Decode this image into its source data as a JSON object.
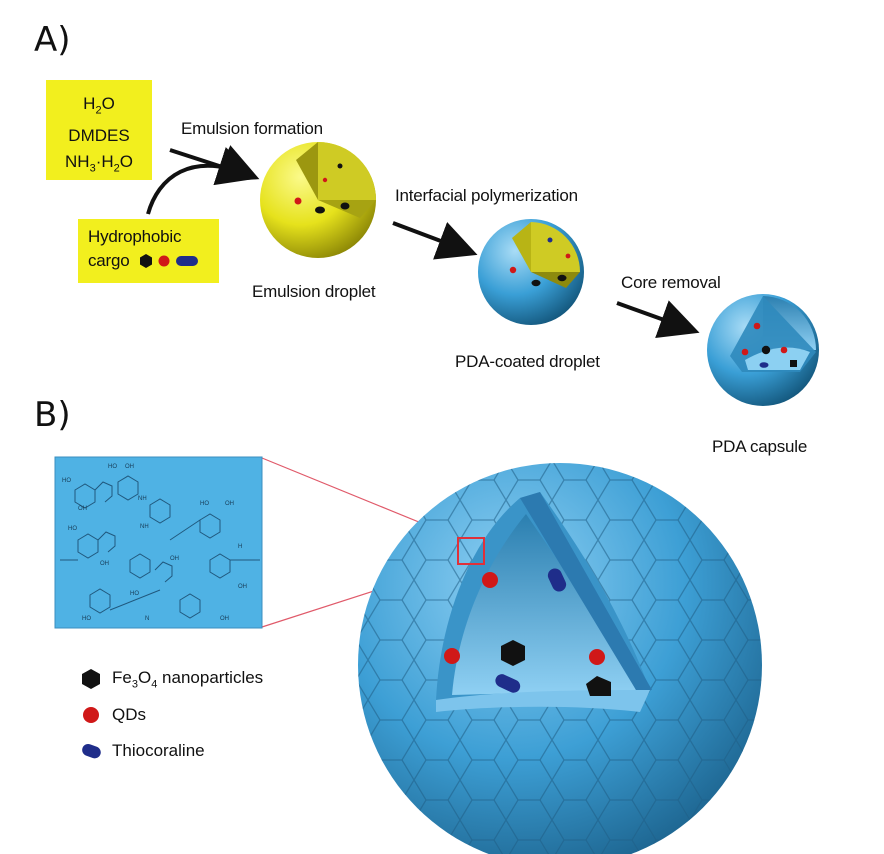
{
  "panel_a": {
    "label": "A)",
    "reagents": [
      "H2O",
      "DMDES",
      "NH3·H2O"
    ],
    "cargo": {
      "line1": "Hydrophobic",
      "line2": "cargo"
    },
    "steps": {
      "emulsion_formation": "Emulsion formation",
      "interfacial_polymerization": "Interfacial polymerization",
      "core_removal": "Core removal"
    },
    "stages": {
      "emulsion_droplet": "Emulsion droplet",
      "pda_coated_droplet": "PDA-coated droplet",
      "pda_capsule": "PDA capsule"
    }
  },
  "panel_b": {
    "label": "B)",
    "legend": [
      {
        "icon": "hexagon-icon",
        "name": "Fe3O4 nanoparticles"
      },
      {
        "icon": "red-sphere-icon",
        "name": "QDs"
      },
      {
        "icon": "blue-capsule-icon",
        "name": "Thiocoraline"
      }
    ],
    "structure_labels": [
      "HO",
      "OH",
      "NH",
      "N",
      "H"
    ]
  },
  "colors": {
    "yellow": "#f2ef1e",
    "blue_shell": "#3a9fd6",
    "red": "#d01818",
    "dark_blue": "#1f2d8a",
    "zoom_line": "#e05a6a"
  }
}
